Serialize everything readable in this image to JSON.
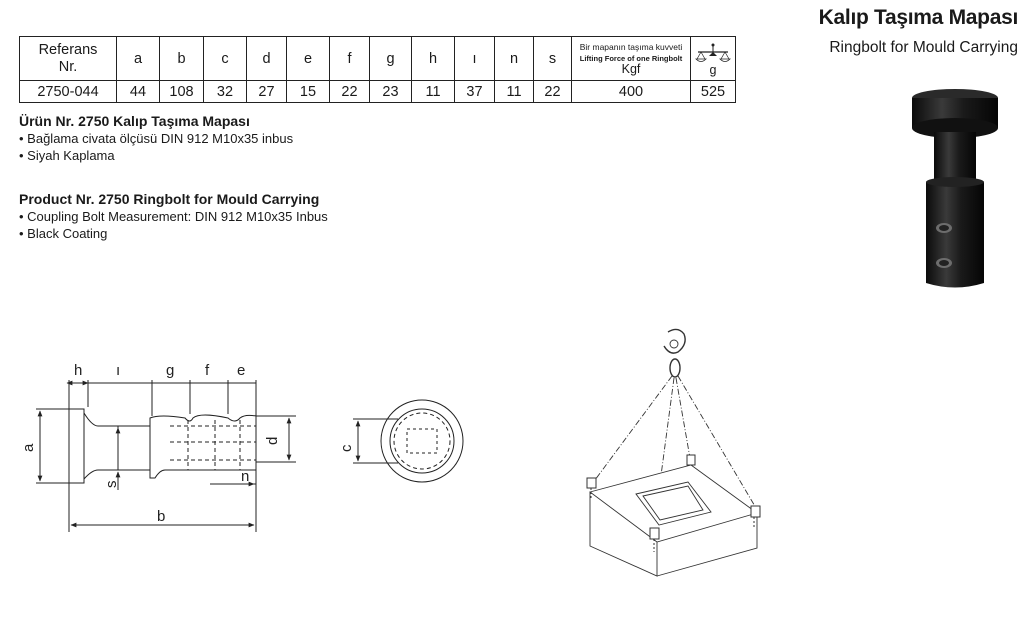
{
  "header": {
    "title": "Kalıp Taşıma Mapası",
    "subtitle": "Ringbolt for Mould Carrying"
  },
  "table": {
    "ref_header_line1": "Referans",
    "ref_header_line2": "Nr.",
    "columns": [
      "a",
      "b",
      "c",
      "d",
      "e",
      "f",
      "g",
      "h",
      "ı",
      "n",
      "s"
    ],
    "lift_header_tr": "Bir mapanın taşıma kuvveti",
    "lift_header_en": "Lifting Force of one Ringbolt",
    "lift_unit": "Kgf",
    "weight_unit": "g",
    "row": {
      "ref": "2750-044",
      "values": [
        "44",
        "108",
        "32",
        "27",
        "15",
        "22",
        "23",
        "11",
        "37",
        "11",
        "22"
      ],
      "lift": "400",
      "weight": "525"
    }
  },
  "turkish": {
    "heading": "Ürün Nr. 2750 Kalıp Taşıma Mapası",
    "bullets": [
      "Bağlama civata ölçüsü DIN 912 M10x35 inbus",
      "Siyah Kaplama"
    ]
  },
  "english": {
    "heading": "Product Nr. 2750 Ringbolt for Mould Carrying",
    "bullets": [
      "Coupling Bolt Measurement: DIN 912 M10x35 Inbus",
      "Black Coating"
    ]
  },
  "drawing_labels": {
    "h": "h",
    "i": "ı",
    "g": "g",
    "f": "f",
    "e": "e",
    "a": "a",
    "s": "s",
    "b": "b",
    "n": "n",
    "d": "d",
    "c": "c"
  }
}
